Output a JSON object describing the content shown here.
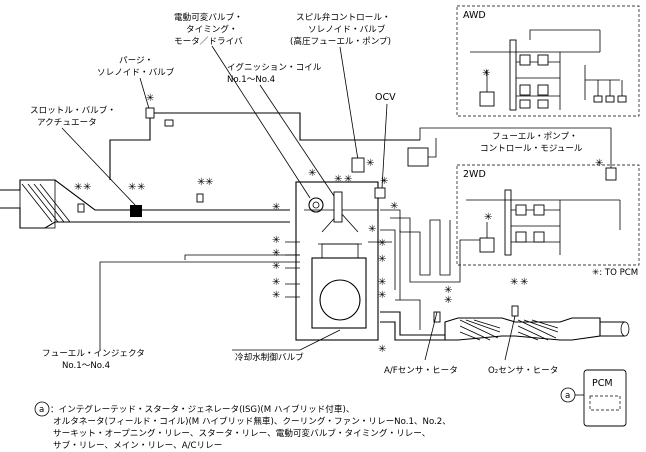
{
  "labels": {
    "vvt_motor": [
      "電動可変バルブ・",
      "タイミング・",
      "モータ／ドライバ"
    ],
    "spill_valve": [
      "スピル弁コントロール・",
      "ソレノイド・バルブ",
      "(高圧フューエル・ポンプ)"
    ],
    "purge_valve": [
      "パージ・",
      "ソレノイド・バルブ"
    ],
    "ignition_coil": [
      "イグニッション・コイル",
      "No.1～No.4"
    ],
    "ocv": "OCV",
    "throttle": [
      "スロットル・バルブ・",
      "アクチュエータ"
    ],
    "fuel_pump_module": [
      "フューエル・ポンプ・",
      "コントロール・モジュール"
    ],
    "awd": "AWD",
    "twowd": "2WD",
    "to_pcm": "✳: TO PCM",
    "injector": [
      "フューエル・インジェクタ",
      "No.1～No.4"
    ],
    "coolant_valve": "冷却水制御バルブ",
    "af_sensor": "A/Fセンサ・ヒータ",
    "o2_sensor": "O₂センサ・ヒータ",
    "pcm": "PCM",
    "circle_a": "a",
    "footnote": [
      "：インテグレーテッド・スタータ・ジェネレータ(ISG)(M ハイブリッド付車)、",
      "オルタネータ(フィールド・コイル)(M ハイブリッド無車)、クーリング・ファン・リレーNo.1、No.2、",
      "サーキット・オープニング・リレー、スタータ・リレー、電動可変バルブ・タイミング・リレー、",
      "サブ・リレー、メイン・リレー、A/Cリレー"
    ]
  },
  "marker": "✳"
}
